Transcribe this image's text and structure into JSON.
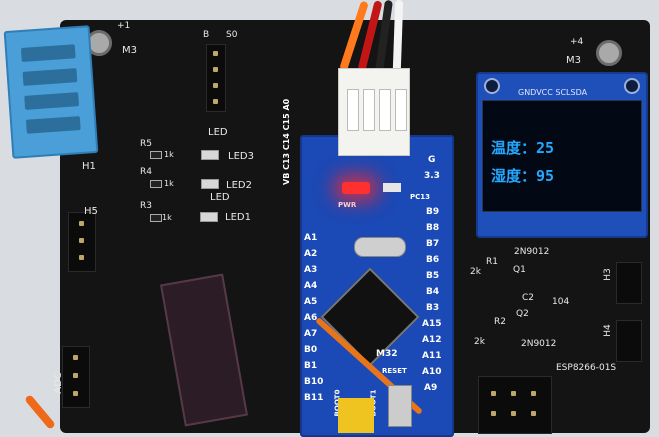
{
  "oled": {
    "pins": "GNDVCC SCLSDA",
    "line1": "温度：25",
    "line2": "湿度：95",
    "color": "#24a8ff"
  },
  "board": {
    "m3_left": "M3",
    "m3_right": "M3",
    "plus1": "+1",
    "plus4": "+4",
    "h1": "H1",
    "h5": "H5",
    "h3": "H3",
    "h4": "H4",
    "b": "B",
    "s0": "S0",
    "led_title1": "LED",
    "led_title2": "LED",
    "led3": "LED3",
    "led2": "LED2",
    "led1": "LED1",
    "r5": "R5",
    "r4": "R4",
    "r3": "R3",
    "r1": "R1",
    "r2": "R2",
    "k1a": "1k",
    "k1b": "1k",
    "k1c": "1k",
    "k2a": "2k",
    "k2b": "2k",
    "q1": "Q1",
    "q2": "Q2",
    "c2": "C2",
    "c2v": "104",
    "n9012a": "2N9012",
    "n9012b": "2N9012",
    "esp": "ESP8266-01S",
    "adc": "ADC"
  },
  "stm32": {
    "top_pins": "VB C13 C14 C15 A0",
    "left_pins": [
      "A1",
      "A2",
      "A3",
      "A4",
      "A5",
      "A6",
      "A7",
      "B0",
      "B1",
      "B10",
      "B11"
    ],
    "right_pins": [
      "G",
      "3.3",
      "PC13",
      "B9",
      "B8",
      "B7",
      "B6",
      "B5",
      "B4",
      "B3",
      "A15",
      "A12",
      "A11",
      "A10",
      "A9"
    ],
    "pwr": "PWR",
    "reset": "RESET",
    "boot1": "BOOT1",
    "boot0": "BOOT0",
    "brand": "M32"
  }
}
